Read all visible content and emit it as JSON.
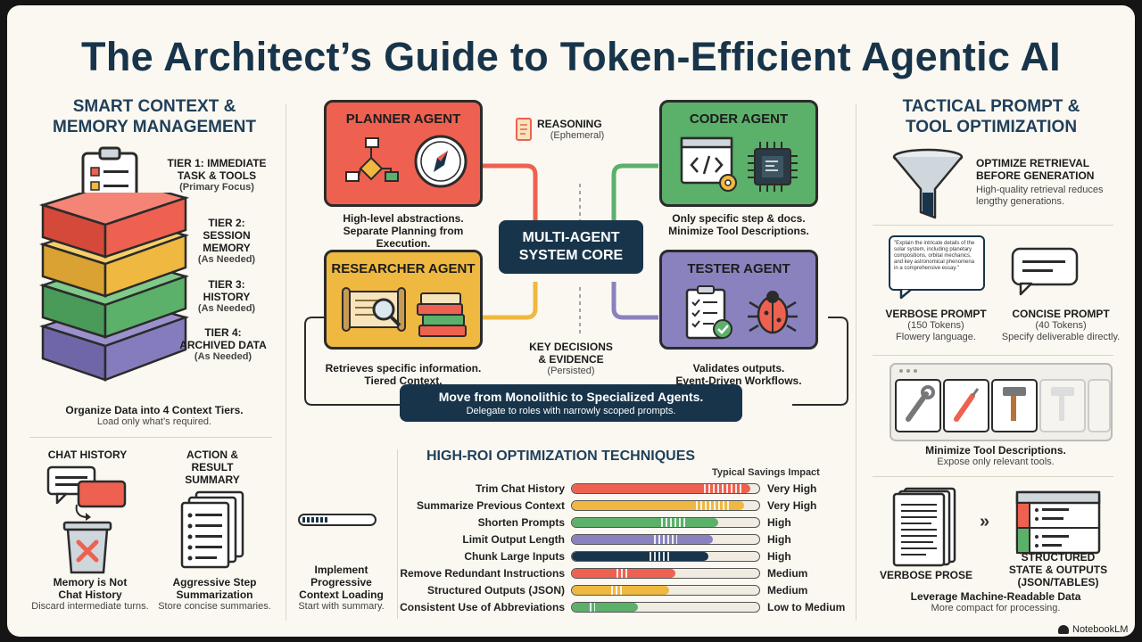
{
  "title": "The Architect’s Guide to Token-Efficient Agentic AI",
  "left": {
    "heading_l1": "SMART CONTEXT &",
    "heading_l2": "MEMORY MANAGEMENT",
    "tiers": [
      {
        "l1": "TIER 1: IMMEDIATE",
        "l2": "TASK & TOOLS",
        "l3": "",
        "sub": "(Primary Focus)"
      },
      {
        "l1": "TIER 2:",
        "l2": "SESSION",
        "l3": "MEMORY",
        "sub": "(As Needed)"
      },
      {
        "l1": "TIER 3:",
        "l2": "HISTORY",
        "l3": "",
        "sub": "(As Needed)"
      },
      {
        "l1": "TIER 4:",
        "l2": "ARCHIVED DATA",
        "l3": "",
        "sub": "(As Needed)"
      }
    ],
    "tiers_caption": "Organize Data into 4 Context Tiers.",
    "tiers_sub": "Load only what’s required.",
    "chat_history": "CHAT HISTORY",
    "chat_caption_l1": "Memory is Not",
    "chat_caption_l2": "Chat History",
    "chat_sub": "Discard intermediate turns.",
    "action_l1": "ACTION &",
    "action_l2": "RESULT",
    "action_l3": "SUMMARY",
    "action_caption_l1": "Aggressive Step",
    "action_caption_l2": "Summarization",
    "action_sub": "Store concise summaries.",
    "prog_caption_l1": "Implement",
    "prog_caption_l2": "Progressive",
    "prog_caption_l3": "Context Loading",
    "prog_sub": "Start with summary."
  },
  "center": {
    "planner": {
      "name": "PLANNER AGENT",
      "d1": "High-level abstractions.",
      "d2": "Separate Planning from",
      "d3": "Execution."
    },
    "coder": {
      "name": "CODER AGENT",
      "d1": "Only specific step & docs.",
      "d2": "Minimize Tool Descriptions."
    },
    "researcher": {
      "name": "RESEARCHER AGENT",
      "d1": "Retrieves specific information.",
      "d2": "Tiered Context."
    },
    "tester": {
      "name": "TESTER AGENT",
      "d1": "Validates outputs.",
      "d2": "Event-Driven Workflows."
    },
    "core_l1": "MULTI-AGENT",
    "core_l2": "SYSTEM CORE",
    "reasoning": "REASONING",
    "reasoning_sub": "(Ephemeral)",
    "decisions_l1": "KEY DECISIONS",
    "decisions_l2": "& EVIDENCE",
    "decisions_sub": "(Persisted)",
    "banner_title": "Move from Monolithic to Specialized Agents.",
    "banner_sub": "Delegate to roles with narrowly scoped prompts."
  },
  "techniques": {
    "heading": "HIGH-ROI OPTIMIZATION TECHNIQUES",
    "impact_label": "Typical Savings Impact",
    "items": [
      {
        "name": "Trim Chat History",
        "impact": "Very High",
        "level": 0.95,
        "color": "#ee6150"
      },
      {
        "name": "Summarize Previous Context",
        "impact": "Very High",
        "level": 0.92,
        "color": "#efb840"
      },
      {
        "name": "Shorten Prompts",
        "impact": "High",
        "level": 0.78,
        "color": "#5bb06a"
      },
      {
        "name": "Limit Output Length",
        "impact": "High",
        "level": 0.75,
        "color": "#8a82be"
      },
      {
        "name": "Chunk Large Inputs",
        "impact": "High",
        "level": 0.73,
        "color": "#17344a"
      },
      {
        "name": "Remove Redundant Instructions",
        "impact": "Medium",
        "level": 0.55,
        "color": "#ee6150"
      },
      {
        "name": "Structured Outputs (JSON)",
        "impact": "Medium",
        "level": 0.52,
        "color": "#efb840"
      },
      {
        "name": "Consistent Use of Abbreviations",
        "impact": "Low to Medium",
        "level": 0.35,
        "color": "#5bb06a"
      }
    ]
  },
  "right": {
    "heading_l1": "TACTICAL PROMPT &",
    "heading_l2": "TOOL OPTIMIZATION",
    "retrieval_l1": "OPTIMIZE RETRIEVAL",
    "retrieval_l2": "BEFORE GENERATION",
    "retrieval_sub_l1": "High-quality retrieval reduces",
    "retrieval_sub_l2": "lengthy generations.",
    "verbose_bubble": "\"Explain the intricate details of the solar system, including planetary compositions, orbital mechanics, and key astronomical phenomena in a comprehensive essay.\"",
    "verbose_title": "VERBOSE PROMPT",
    "verbose_tokens": "(150 Tokens)",
    "verbose_sub": "Flowery language.",
    "concise_title": "CONCISE PROMPT",
    "concise_tokens": "(40 Tokens)",
    "concise_sub": "Specify deliverable directly.",
    "tools_caption": "Minimize Tool Descriptions.",
    "tools_sub": "Expose only relevant tools.",
    "prose_label": "VERBOSE PROSE",
    "arrow": "»",
    "structured_l1": "STRUCTURED",
    "structured_l2": "STATE & OUTPUTS",
    "structured_l3": "(JSON/TABLES)",
    "machine_caption": "Leverage Machine-Readable Data",
    "machine_sub": "More compact for processing."
  },
  "brand": "NotebookLM"
}
